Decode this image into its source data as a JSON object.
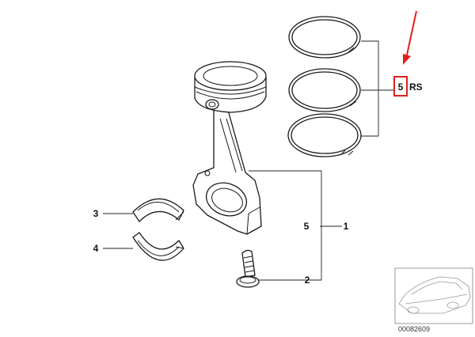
{
  "diagram": {
    "callouts": {
      "piston_rings_qty": "5",
      "piston_rings_suffix": "RS",
      "bearing_upper": "3",
      "bearing_lower": "4",
      "rod_group_qty": "5",
      "rod_group_ref": "1",
      "bolt": "2"
    },
    "thumbnail_code": "00082609",
    "highlight_color": "#e0201e",
    "arrow_color": "#e0201e"
  }
}
